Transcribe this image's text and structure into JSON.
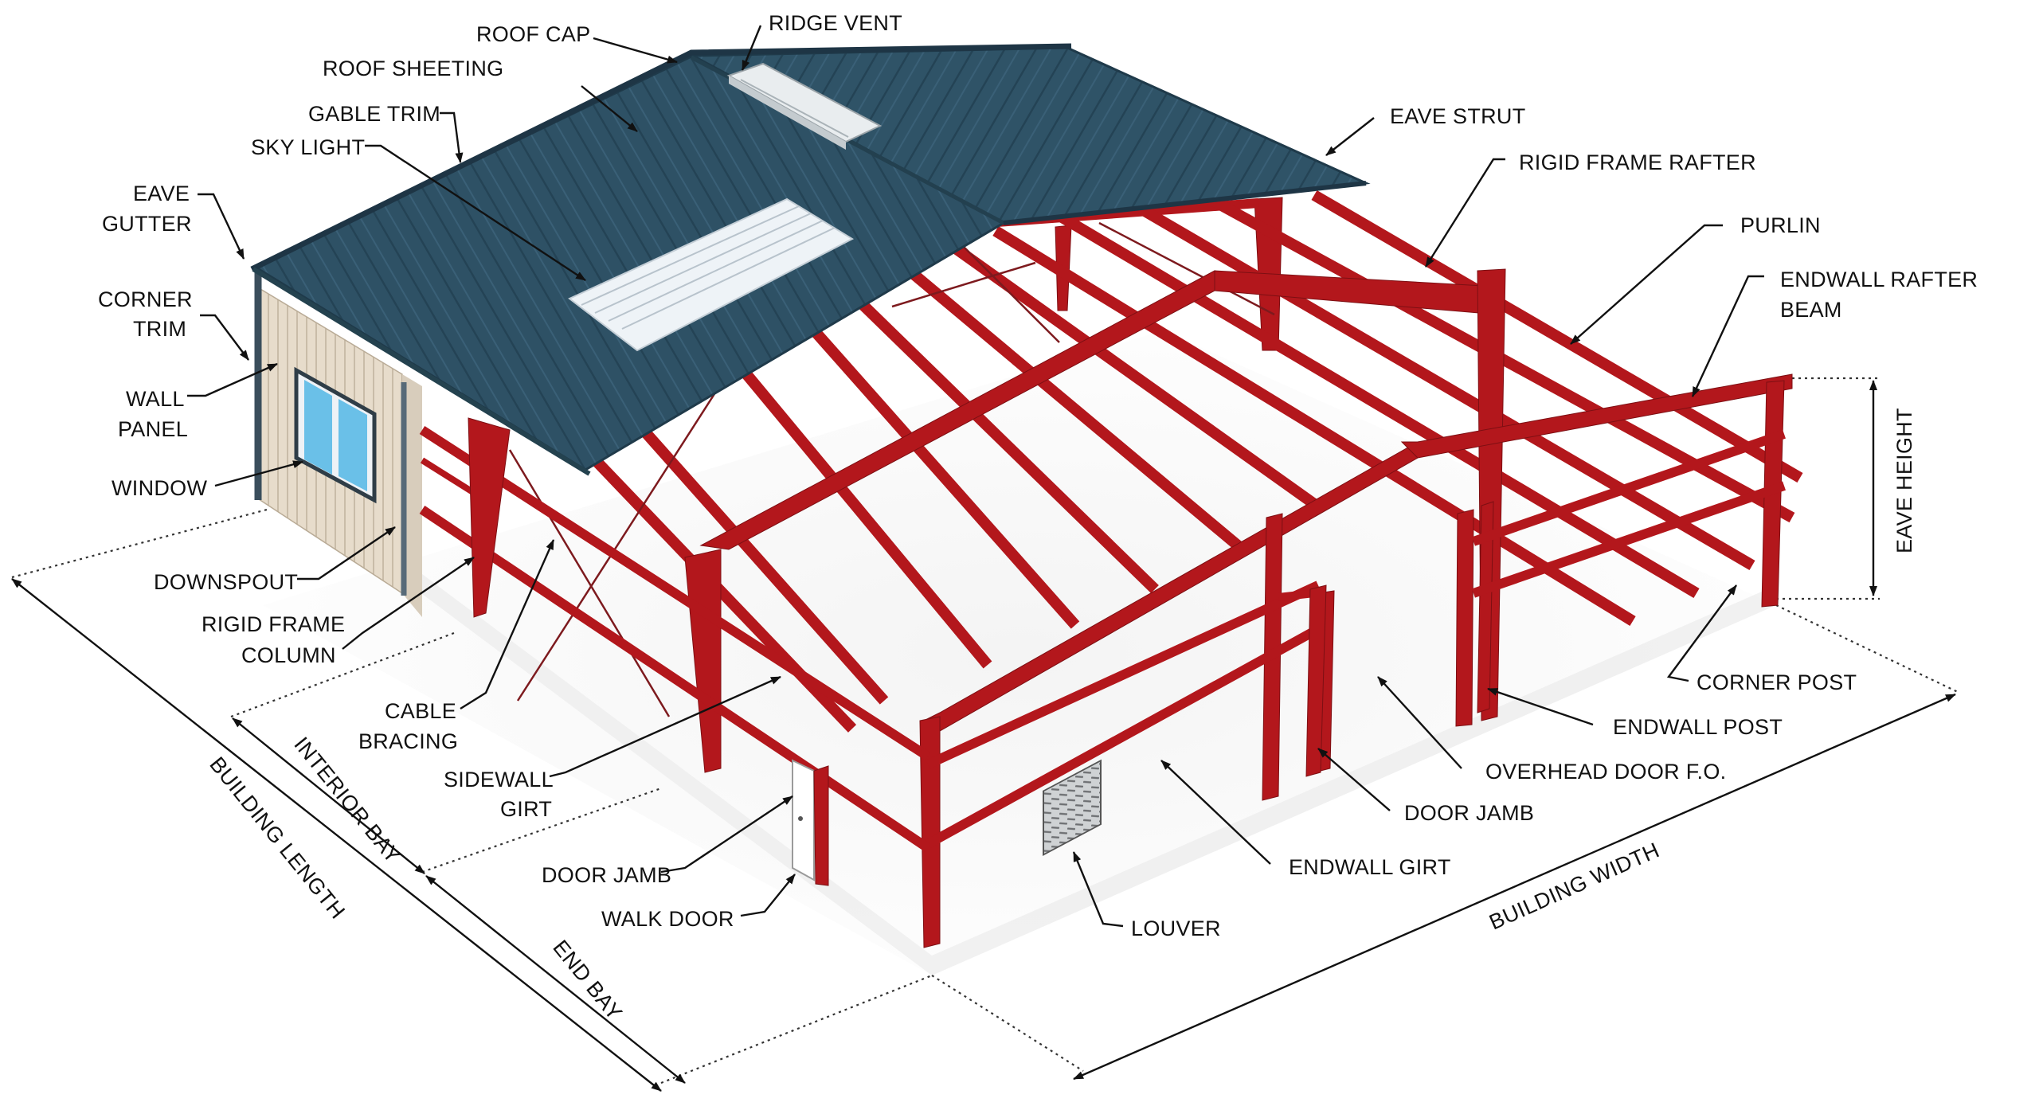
{
  "labels": {
    "roof_cap": "ROOF CAP",
    "ridge_vent": "RIDGE VENT",
    "roof_sheeting": "ROOF SHEETING",
    "gable_trim": "GABLE TRIM",
    "sky_light": "SKY LIGHT",
    "eave_gutter_1": "EAVE",
    "eave_gutter_2": "GUTTER",
    "corner_trim_1": "CORNER",
    "corner_trim_2": "TRIM",
    "wall_panel_1": "WALL",
    "wall_panel_2": "PANEL",
    "window": "WINDOW",
    "downspout": "DOWNSPOUT",
    "rigid_frame_column_1": "RIGID FRAME",
    "rigid_frame_column_2": "COLUMN",
    "cable_bracing_1": "CABLE",
    "cable_bracing_2": "BRACING",
    "sidewall_girt_1": "SIDEWALL",
    "sidewall_girt_2": "GIRT",
    "door_jamb_left": "DOOR JAMB",
    "walk_door": "WALK DOOR",
    "louver": "LOUVER",
    "endwall_girt": "ENDWALL GIRT",
    "door_jamb_right": "DOOR JAMB",
    "overhead_door": "OVERHEAD DOOR F.O.",
    "endwall_post": "ENDWALL POST",
    "corner_post": "CORNER POST",
    "eave_strut": "EAVE STRUT",
    "rigid_frame_rafter": "RIGID FRAME RAFTER",
    "purlin": "PURLIN",
    "endwall_rafter_beam_1": "ENDWALL RAFTER",
    "endwall_rafter_beam_2": "BEAM",
    "eave_height": "EAVE HEIGHT"
  },
  "dimensions": {
    "building_length": "BUILDING LENGTH",
    "interior_bay": "INTERIOR BAY",
    "end_bay": "END BAY",
    "building_width": "BUILDING WIDTH"
  },
  "colors": {
    "steel": "#b3171c",
    "roof": "#2d4f63",
    "wall_panel": "#e6dccd",
    "skylight": "#eef3f7"
  }
}
